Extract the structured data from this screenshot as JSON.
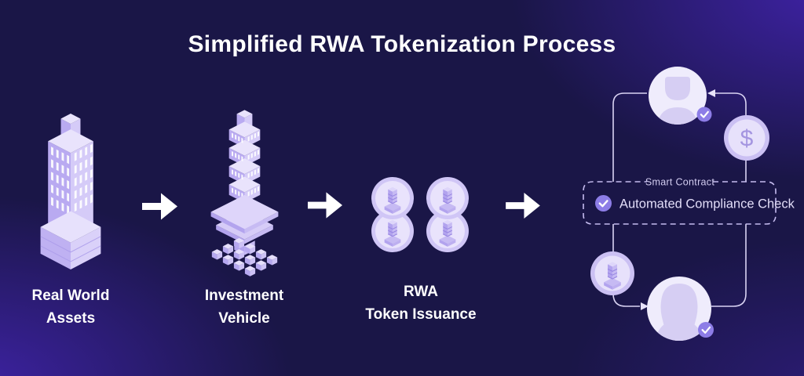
{
  "title": "Simplified RWA Tokenization Process",
  "steps": [
    {
      "lines": [
        "Real World",
        "Assets"
      ]
    },
    {
      "lines": [
        "Investment",
        "Vehicle"
      ]
    },
    {
      "lines": [
        "RWA",
        "Token Issuance"
      ]
    }
  ],
  "smart_contract": {
    "label": "Smart Contract",
    "check_text": "Automated Compliance Check"
  },
  "dollar_coin": {
    "symbol": "$"
  },
  "colors": {
    "background_base": "#1a1647",
    "background_glow": "#3e22a4",
    "icon_face_left": "#b9aaf1",
    "icon_face_right": "#d5cbf8",
    "icon_face_top": "#e9e3fc",
    "coin_ring": "#cbc0f3",
    "coin_inner": "#e7e1fb",
    "avatar_circle": "#efecfc",
    "avatar_silhouette": "#d6cef3",
    "badge_purple": "#8d7de7",
    "connector_line": "#d9d3f3",
    "text_white": "#ffffff"
  }
}
